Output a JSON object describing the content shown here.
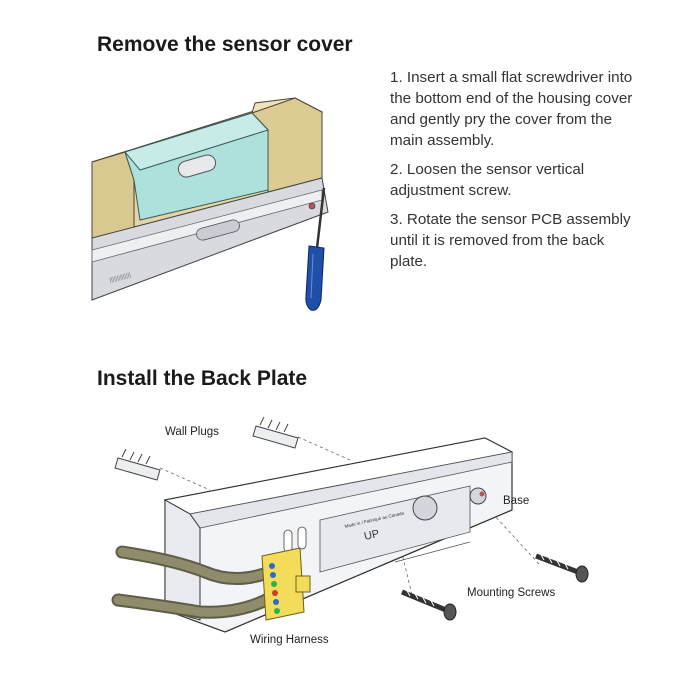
{
  "section1": {
    "title": "Remove the sensor cover",
    "steps": [
      "1. Insert a small flat screwdriver into the bottom end of the housing cover and gently pry the cover from the main assembly.",
      "2. Loosen the sensor vertical adjustment screw.",
      "3. Rotate the sensor PCB assembly until it is removed from the back plate."
    ]
  },
  "section2": {
    "title": "Install the Back Plate",
    "callouts": {
      "wall_plugs": "Wall Plugs",
      "base": "Base",
      "mounting_screws": "Mounting Screws",
      "wiring_harness": "Wiring Harness"
    },
    "embossed": {
      "made_in": "Made in / Fabriqué au Canada",
      "up": "UP"
    }
  },
  "colors": {
    "housing_tan": "#e4d5a6",
    "lens_teal": "#aee1dc",
    "plate_white": "#f3f4f8",
    "screwdriver_blue": "#1f4fa8",
    "harness_cable": "#7d7b60",
    "connector_yellow": "#f2dc5a"
  }
}
